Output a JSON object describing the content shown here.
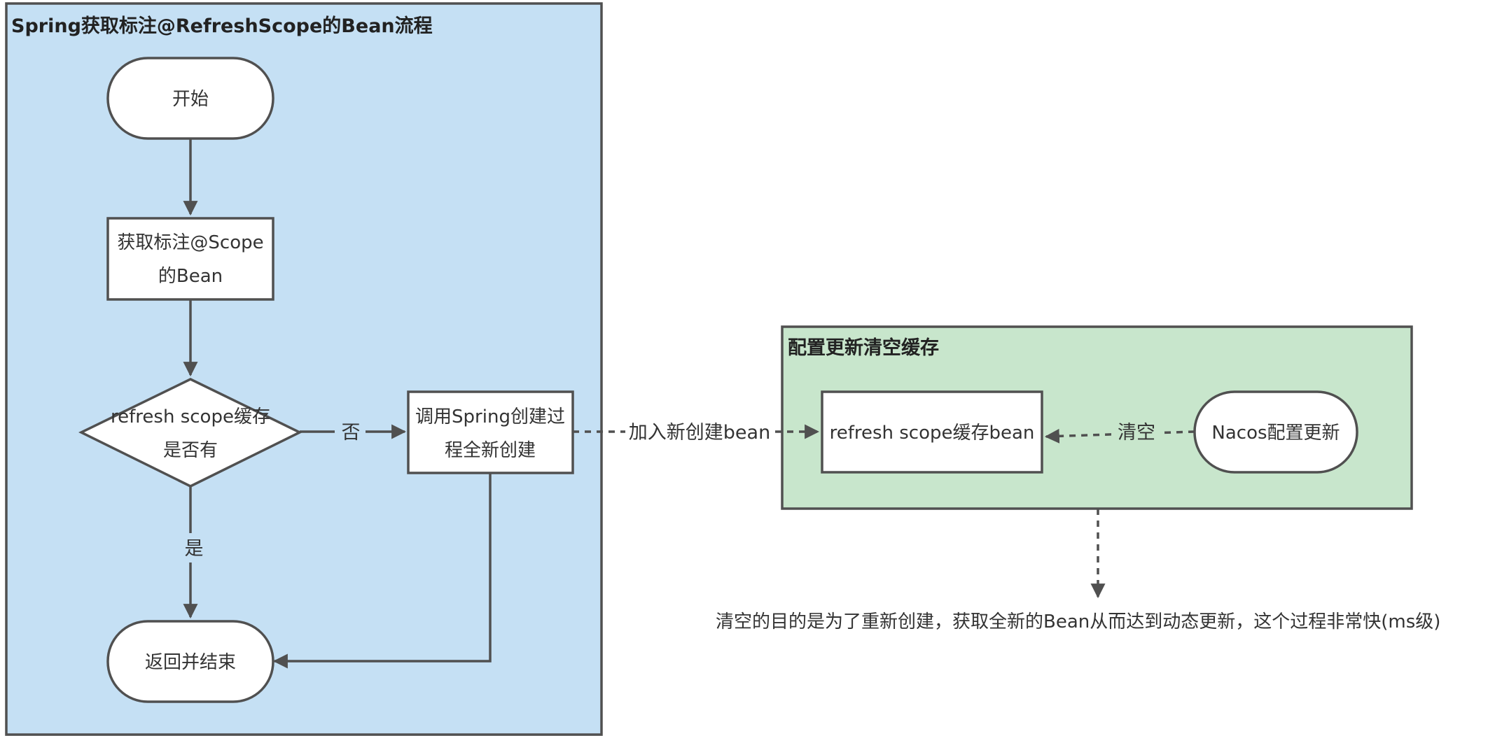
{
  "containers": {
    "left": {
      "title": "Spring获取标注@RefreshScope的Bean流程",
      "fill": "#c5e0f4",
      "stroke": "#505050"
    },
    "right": {
      "title": "配置更新清空缓存",
      "fill": "#c8e6cc",
      "stroke": "#505050"
    }
  },
  "nodes": {
    "start": {
      "label": "开始"
    },
    "get_bean": {
      "line1": "获取标注@Scope",
      "line2": "的Bean"
    },
    "decision": {
      "line1": "refresh scope缓存",
      "line2": "是否有"
    },
    "create_new": {
      "line1": "调用Spring创建过",
      "line2": "程全新创建"
    },
    "end": {
      "label": "返回并结束"
    },
    "cache_bean": {
      "label": "refresh scope缓存bean"
    },
    "nacos_update": {
      "label": "Nacos配置更新"
    }
  },
  "edge_labels": {
    "no": "否",
    "yes": "是",
    "add_new_bean": "加入新创建bean",
    "clear": "清空"
  },
  "note": {
    "text": "清空的目的是为了重新创建，获取全新的Bean从而达到动态更新，这个过程非常快(ms级)"
  },
  "colors": {
    "line": "#505050",
    "node_fill": "#ffffff",
    "text": "#333333"
  }
}
